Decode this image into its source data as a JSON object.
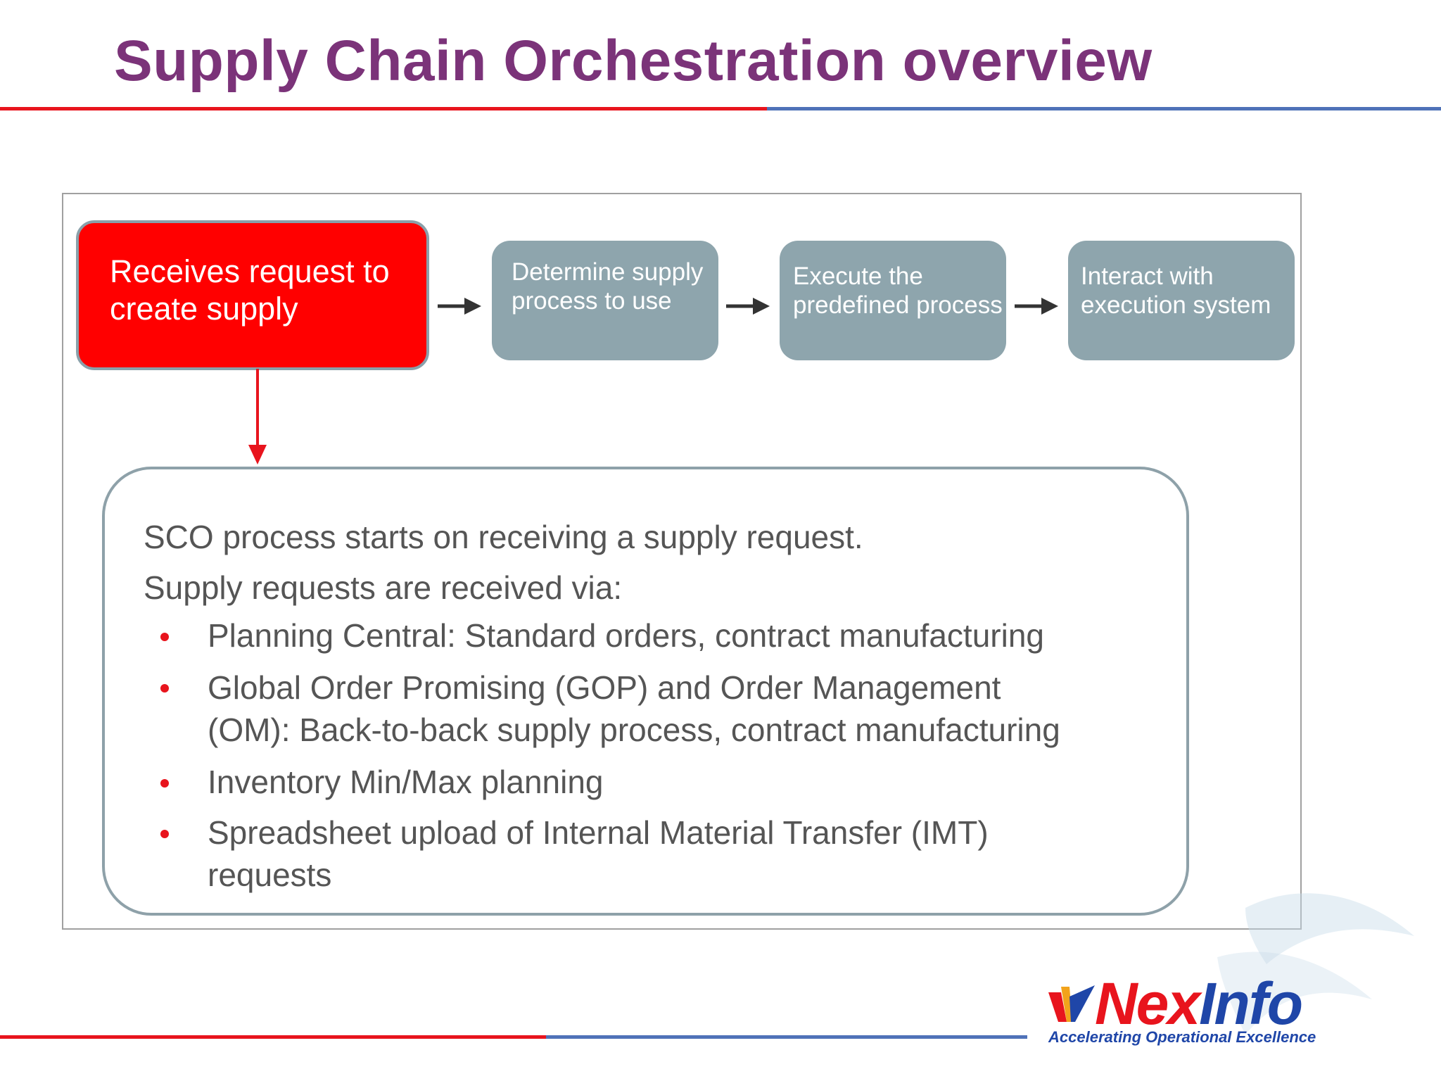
{
  "slide": {
    "title": "Supply Chain Orchestration overview"
  },
  "flow": {
    "steps": [
      {
        "line1": "Receives request to",
        "line2": "create supply"
      },
      {
        "line1": "Determine supply",
        "line2": "process to use"
      },
      {
        "line1": "Execute the",
        "line2": "predefined process"
      },
      {
        "line1": "Interact with",
        "line2": "execution system"
      }
    ]
  },
  "callout": {
    "intro": "SCO process starts on receiving a supply request.",
    "lead": "Supply requests are received via:",
    "bullets": [
      {
        "line1": "Planning Central: Standard orders, contract manufacturing",
        "line2": ""
      },
      {
        "line1": "Global Order Promising (GOP) and Order Management",
        "line2": "(OM): Back-to-back supply process, contract manufacturing"
      },
      {
        "line1": "Inventory Min/Max planning",
        "line2": ""
      },
      {
        "line1": "Spreadsheet upload of Internal Material Transfer (IMT)",
        "line2": "requests"
      }
    ]
  },
  "logo": {
    "name_part1": "Nex",
    "name_part2": "Info",
    "tagline": "Accelerating Operational Excellence"
  },
  "colors": {
    "title": "#7b3379",
    "accent_red": "#e8141d",
    "accent_blue": "#4f72b8",
    "step_primary": "#ff0000",
    "step_gray": "#8ea5ad"
  }
}
